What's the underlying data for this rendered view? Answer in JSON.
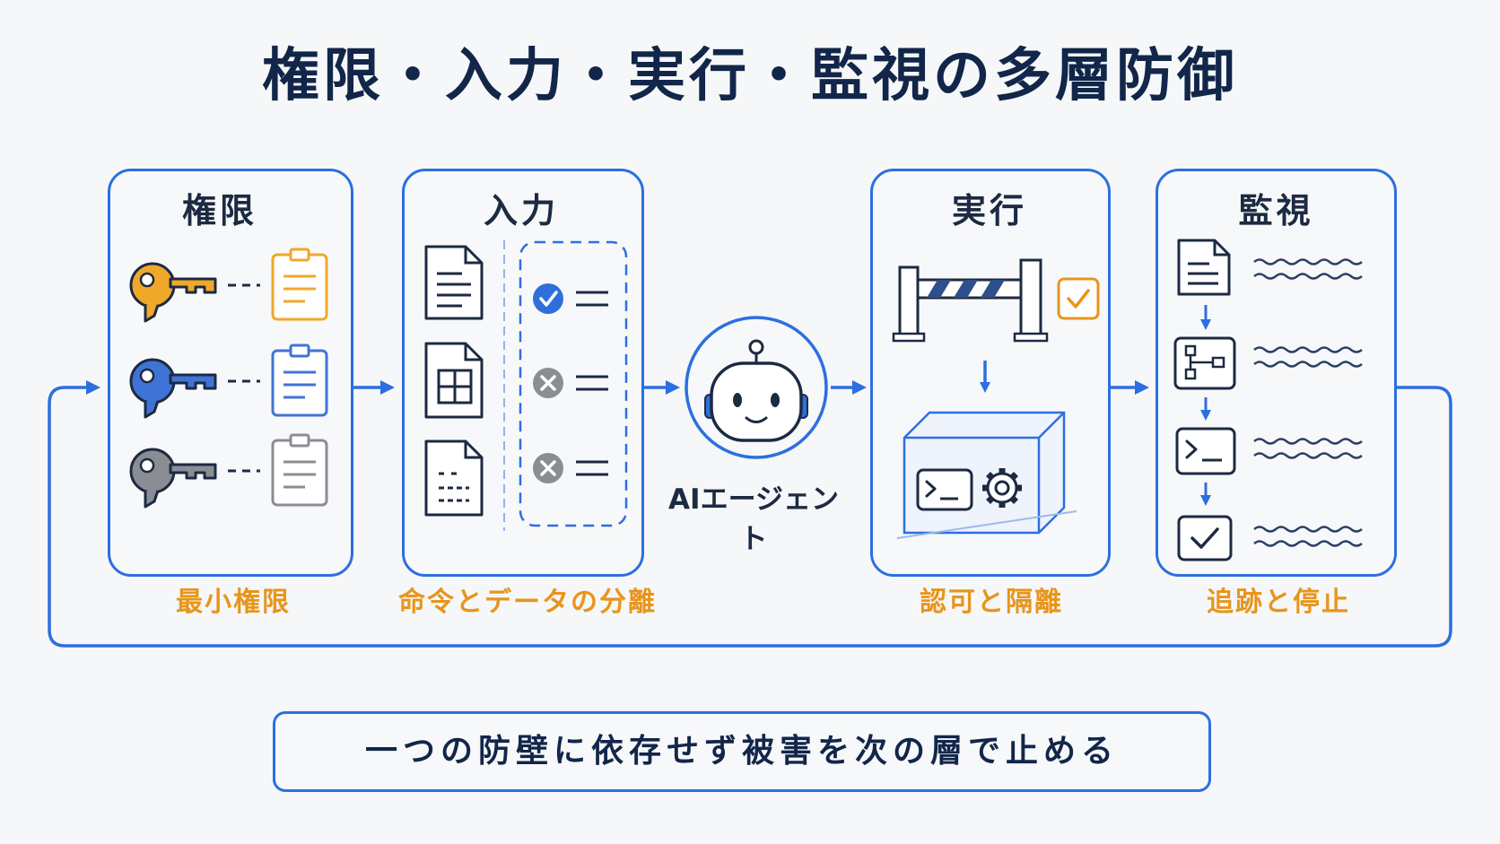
{
  "title": "権限・入力・実行・監視の多層防御",
  "agent": {
    "label": "AIエージェント",
    "icon": "robot-icon"
  },
  "layers": [
    {
      "title": "権限",
      "caption": "最小権限",
      "icons": [
        "key-icon",
        "clipboard-icon"
      ],
      "key_colors": [
        "#f0a82a",
        "#3f74d6",
        "#8a8d93"
      ]
    },
    {
      "title": "入力",
      "caption": "命令とデータの分離",
      "icons": [
        "document-icon",
        "spreadsheet-icon",
        "check-circle-icon",
        "x-circle-icon"
      ]
    },
    {
      "title": "実行",
      "caption": "認可と隔離",
      "icons": [
        "barrier-gate-icon",
        "checkbox-icon",
        "sandbox-box-icon",
        "terminal-icon",
        "gear-icon"
      ]
    },
    {
      "title": "監視",
      "caption": "追跡と停止",
      "icons": [
        "log-document-icon",
        "flowchart-icon",
        "terminal-icon",
        "check-box-icon"
      ]
    }
  ],
  "footer": "一つの防壁に依存せず被害を次の層で止める",
  "colors": {
    "accent": "#2c6fe0",
    "caption": "#e8951c",
    "ink": "#1c2a42",
    "title": "#12264a"
  }
}
